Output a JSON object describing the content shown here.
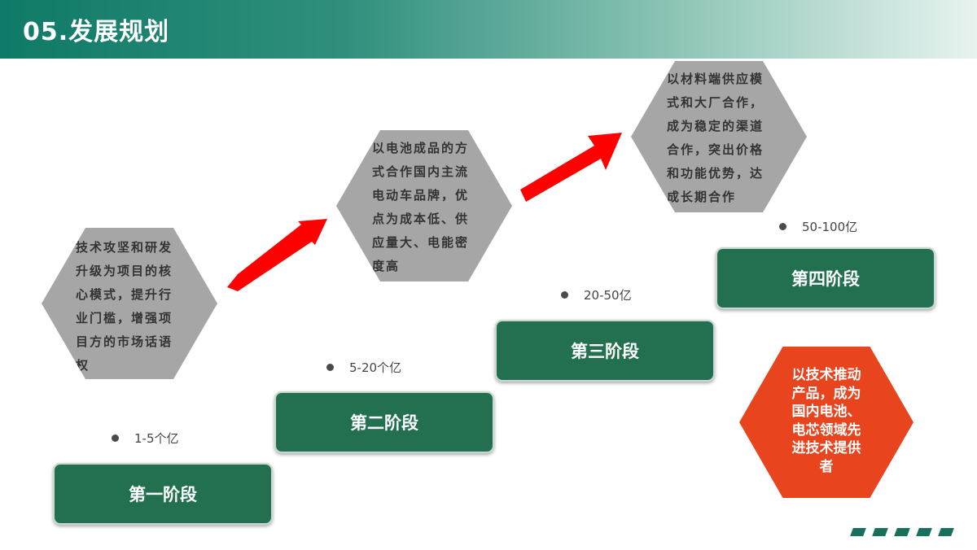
{
  "header": {
    "title": "05.发展规划"
  },
  "stages": {
    "s1": {
      "label": "第一阶段",
      "amount": "1-5个亿"
    },
    "s2": {
      "label": "第二阶段",
      "amount": "5-20个亿"
    },
    "s3": {
      "label": "第三阶段",
      "amount": "20-50亿"
    },
    "s4": {
      "label": "第四阶段",
      "amount": "50-100亿"
    }
  },
  "hexagons": {
    "h1": [
      "技术攻坚和研发",
      "升级为项目的核",
      "心模式，提升行",
      "业门槛，增强项",
      "目方的市场话语",
      "权"
    ],
    "h2": [
      "以电池成品的方",
      "式合作国内主流",
      "电动车品牌，优",
      "点为成本低、供",
      "应量大、电能密",
      "度高"
    ],
    "h3": [
      "以材料端供应模",
      "式和大厂合作，",
      "成为稳定的渠道",
      "合作，突出价格",
      "和功能优势，达",
      "成长期合作"
    ],
    "goal": [
      "以技术推动",
      "产品，成为",
      "国内电池、",
      "电芯领域先",
      "进技术提供",
      "者"
    ]
  },
  "colors": {
    "header_start": "#0f7a67",
    "stage_fill": "#22704f",
    "hex_gray": "#a6a6a6",
    "goal_red": "#e8451f",
    "arrow_red": "#ff0000"
  }
}
